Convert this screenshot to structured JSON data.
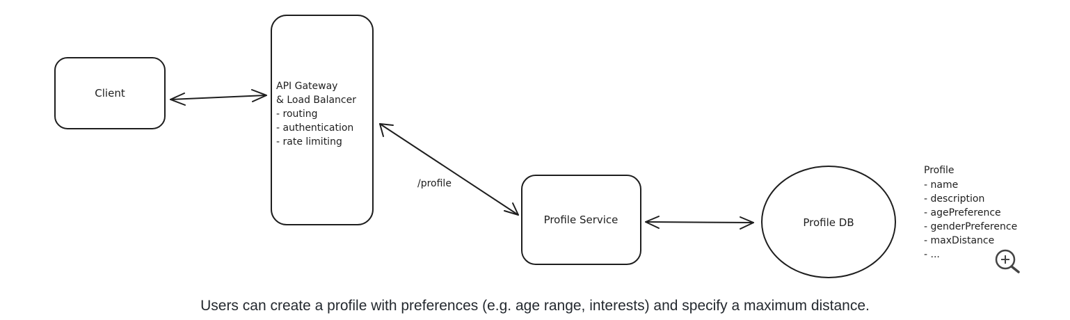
{
  "diagram": {
    "client": {
      "label": "Client"
    },
    "gateway": {
      "lines": [
        "API Gateway",
        "& Load Balancer",
        "- routing",
        "- authentication",
        "- rate limiting"
      ]
    },
    "edge_gateway_service": {
      "label": "/profile"
    },
    "service": {
      "label": "Profile Service"
    },
    "db": {
      "label": "Profile DB"
    },
    "schema": {
      "lines": [
        "Profile",
        "- name",
        "- description",
        "- agePreference",
        "- genderPreference",
        "- maxDistance",
        "- ..."
      ]
    }
  },
  "icons": {
    "zoom": "zoom-in-icon"
  },
  "caption": "Users can create a profile with preferences (e.g. age range, interests) and specify a maximum distance.",
  "colors": {
    "stroke": "#1e1e1e",
    "caption": "#24292f",
    "background": "#ffffff"
  }
}
